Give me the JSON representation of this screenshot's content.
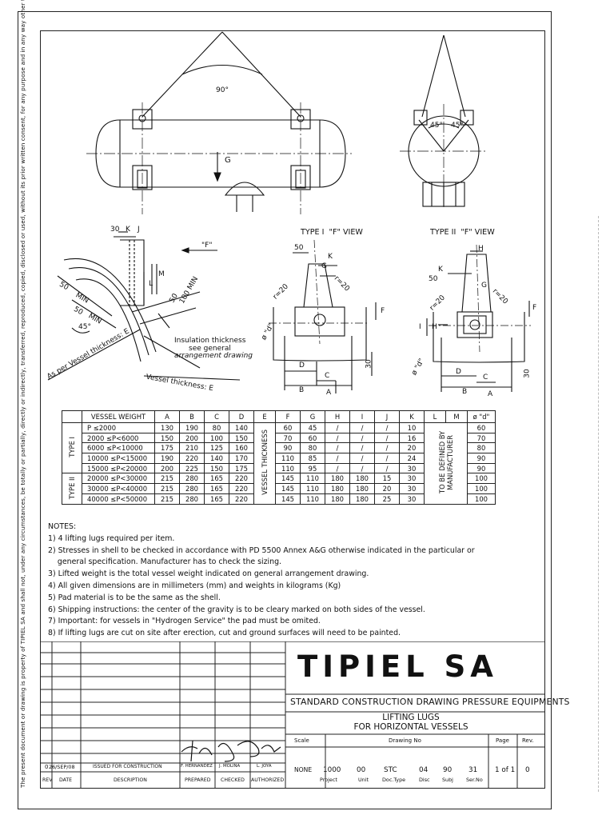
{
  "side_note": "The present document or drawing is property of TIPIEL SA and shall not, under any circumstances, be totally or partially, directly or indirectly, transferred, reproduced, copied, disclosed or used, without its prior written consent, for any purpose and in any way other than that for which it is specifically furnished or outside the extent of the agreed upon right of use",
  "drawing": {
    "angle_top": "90°",
    "g_label": "G",
    "angle_left": "45°",
    "angle_right": "45°",
    "f_arrow": "\"F\"",
    "dim_30": "30",
    "dim_k": "K",
    "dim_j": "J",
    "dim_l": "L",
    "dim_m": "M",
    "dim_45": "45°",
    "dim_50a": "50",
    "dim_min_a": "MIN",
    "dim_50b": "50",
    "dim_min_b": "MIN",
    "dim_50c": "50",
    "dim_100min": "100 MIN",
    "vessel_thk_e": "As per Vessel thickness: E",
    "insulation_1": "Insulation thickness",
    "insulation_2": "see general",
    "insulation_3": "arrangement drawing",
    "vessel_thk": "Vessel thickness: E",
    "type1_title": "TYPE I  \"F\" VIEW",
    "type2_title": "TYPE II  \"F\" VIEW",
    "t1_50": "50",
    "t1_k": "K",
    "t1_g": "G",
    "t1_r20a": "r=20",
    "t1_r20b": "r=20",
    "t1_f": "F",
    "t1_d": "ø \"d\"",
    "t1_D": "D",
    "t1_C": "C",
    "t1_B": "B",
    "t1_A": "A",
    "t1_30": "30",
    "t2_h": "H",
    "t2_k": "K",
    "t2_50": "50",
    "t2_g": "G",
    "t2_r20a": "r=20",
    "t2_r20b": "r=20",
    "t2_I": "I",
    "t2_H": "H",
    "t2_F": "F",
    "t2_d": "ø \"d\"",
    "t2_D": "D",
    "t2_C": "C",
    "t2_B": "B",
    "t2_A": "A",
    "t2_30": "30"
  },
  "table": {
    "headers": [
      "VESSEL WEIGHT",
      "A",
      "B",
      "C",
      "D",
      "E",
      "F",
      "G",
      "H",
      "I",
      "J",
      "K",
      "L",
      "M",
      "ø \"d\""
    ],
    "type1_label": "TYPE I",
    "type2_label": "TYPE II",
    "e_label": "VESSEL THICKNESS",
    "lm_label": "TO BE DEFINED BY MANUFACTURER",
    "rows": [
      {
        "w": "P ≤2000",
        "A": "130",
        "B": "190",
        "C": "80",
        "D": "140",
        "F": "60",
        "G": "45",
        "H": "/",
        "I": "/",
        "J": "/",
        "K": "10",
        "d": "60"
      },
      {
        "w": "2000 ≤P<6000",
        "A": "150",
        "B": "200",
        "C": "100",
        "D": "150",
        "F": "70",
        "G": "60",
        "H": "/",
        "I": "/",
        "J": "/",
        "K": "16",
        "d": "70"
      },
      {
        "w": "6000 ≤P<10000",
        "A": "175",
        "B": "210",
        "C": "125",
        "D": "160",
        "F": "90",
        "G": "80",
        "H": "/",
        "I": "/",
        "J": "/",
        "K": "20",
        "d": "80"
      },
      {
        "w": "10000 ≤P<15000",
        "A": "190",
        "B": "220",
        "C": "140",
        "D": "170",
        "F": "110",
        "G": "85",
        "H": "/",
        "I": "/",
        "J": "/",
        "K": "24",
        "d": "90"
      },
      {
        "w": "15000 ≤P<20000",
        "A": "200",
        "B": "225",
        "C": "150",
        "D": "175",
        "F": "110",
        "G": "95",
        "H": "/",
        "I": "/",
        "J": "/",
        "K": "30",
        "d": "90"
      },
      {
        "w": "20000 ≤P<30000",
        "A": "215",
        "B": "280",
        "C": "165",
        "D": "220",
        "F": "145",
        "G": "110",
        "H": "180",
        "I": "180",
        "J": "15",
        "K": "30",
        "d": "100"
      },
      {
        "w": "30000 ≤P<40000",
        "A": "215",
        "B": "280",
        "C": "165",
        "D": "220",
        "F": "145",
        "G": "110",
        "H": "180",
        "I": "180",
        "J": "20",
        "K": "30",
        "d": "100"
      },
      {
        "w": "40000 ≤P<50000",
        "A": "215",
        "B": "280",
        "C": "165",
        "D": "220",
        "F": "145",
        "G": "110",
        "H": "180",
        "I": "180",
        "J": "25",
        "K": "30",
        "d": "100"
      }
    ]
  },
  "notes": {
    "title": "NOTES:",
    "items": [
      "1) 4 lifting lugs required per item.",
      "2) Stresses in shell to be checked in accordance with PD 5500 Annex A&G otherwise indicated in the particular or",
      "    general specification. Manufacturer has to check the sizing.",
      "3) Lifted weight is the total vessel weight indicated on general arrangement drawing.",
      "4) All given dimensions are in millimeters (mm) and weights in kilograms (Kg)",
      "5) Pad material is to be the same as the shell.",
      "6) Shipping instructions: the center of the gravity is to be cleary marked on both sides of the vessel.",
      "7) Important: for vessels in \"Hydrogen Service\" the pad must be omited.",
      "8) If lifting lugs are cut on site after erection, cut and ground surfaces will need to be painted."
    ]
  },
  "title_block": {
    "company": "TIPIEL SA",
    "standard": "STANDARD CONSTRUCTION DRAWING PRESSURE EQUIPMENTS",
    "subtitle_1": "LIFTING LUGS",
    "subtitle_2": "FOR HORIZONTAL VESSELS",
    "scale_label": "Scale",
    "drawing_no_label": "Drawing No",
    "page_label": "Page",
    "rev_label": "Rev.",
    "scale_value": "NONE",
    "project": "1000",
    "unit": "00",
    "doc_type": "STC",
    "disc": "04",
    "subj": "90",
    "ser_no": "31",
    "page_value": "1 of 1",
    "rev_value": "0",
    "project_lbl": "Project",
    "unit_lbl": "Unit",
    "doctype_lbl": "Doc.Type",
    "disc_lbl": "Disc",
    "subj_lbl": "Subj",
    "serno_lbl": "Ser.No",
    "rev_row": {
      "rev": "0",
      "date": "26/SEP/08",
      "description": "ISSUED FOR CONSTRUCTION",
      "prepared": "F. HERNANDEZ",
      "checked": "J. MOLINA",
      "authorized": "L. JOYA"
    },
    "col_rev": "REV",
    "col_date": "DATE",
    "col_desc": "DESCRIPTION",
    "col_prepared": "PREPARED",
    "col_checked": "CHECKED",
    "col_authorized": "AUTHORIZED"
  }
}
